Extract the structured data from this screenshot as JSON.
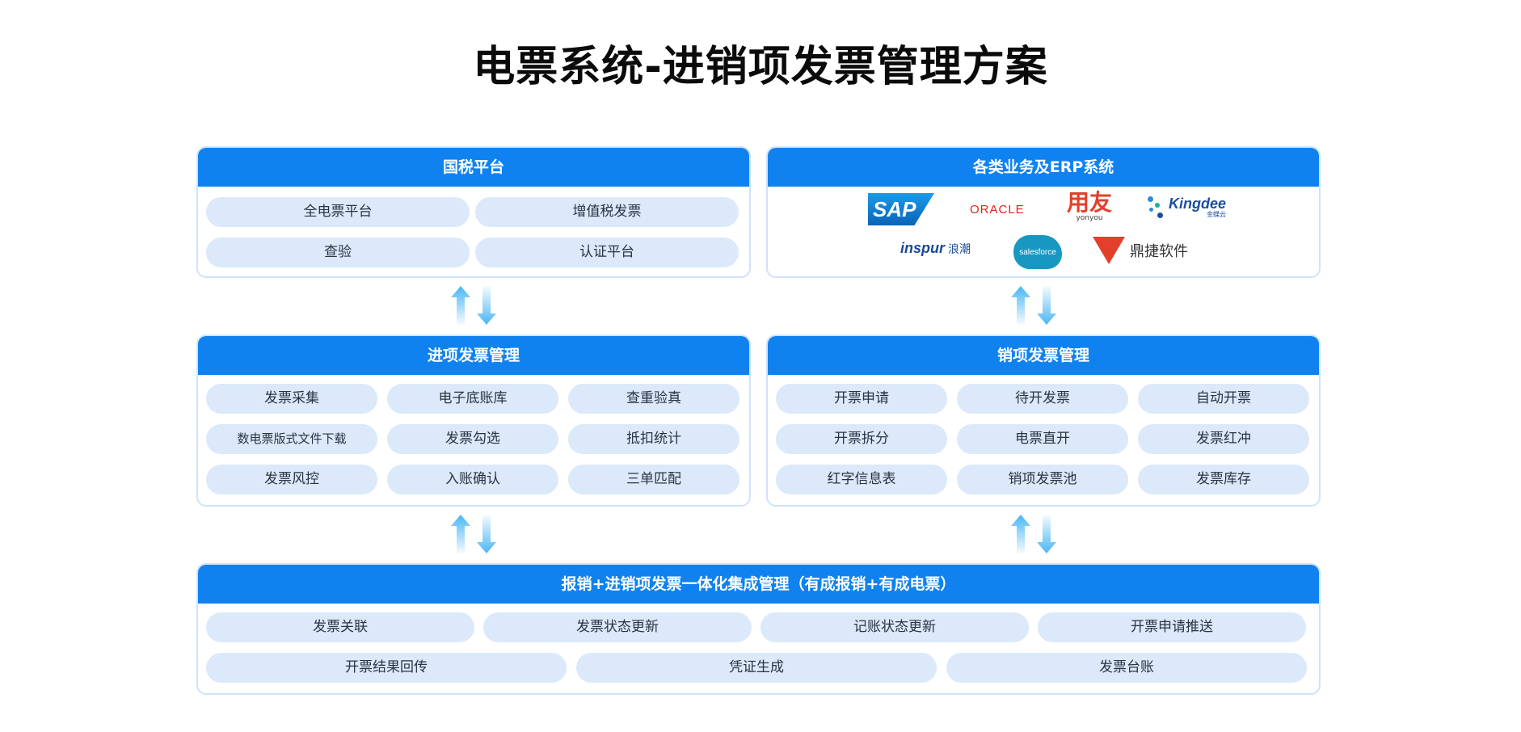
{
  "title": "电票系统-进销项发票管理方案",
  "tax_platform": {
    "title": "国税平台",
    "items": [
      "全电票平台",
      "增值税发票",
      "查验",
      "认证平台"
    ]
  },
  "erp": {
    "title": "各类业务及ERP系统",
    "logos": {
      "sap": "SAP",
      "oracle": "ORACLE",
      "yonyou_cn": "用友",
      "yonyou_en": "yonyou",
      "kingdee_en": "Kingdee",
      "kingdee_cn": "金蝶云",
      "inspur_en": "inspur",
      "inspur_cn": "浪潮",
      "salesforce": "salesforce",
      "dingjie": "鼎捷软件"
    }
  },
  "input_invoice": {
    "title": "进项发票管理",
    "items": [
      "发票采集",
      "电子底账库",
      "查重验真",
      "数电票版式文件下载",
      "发票勾选",
      "抵扣统计",
      "发票风控",
      "入账确认",
      "三单匹配"
    ]
  },
  "output_invoice": {
    "title": "销项发票管理",
    "items": [
      "开票申请",
      "待开发票",
      "自动开票",
      "开票拆分",
      "电票直开",
      "发票红冲",
      "红字信息表",
      "销项发票池",
      "发票库存"
    ]
  },
  "integration": {
    "title": "报销+进销项发票一体化集成管理（有成报销+有成电票）",
    "row1": [
      "发票关联",
      "发票状态更新",
      "记账状态更新",
      "开票申请推送"
    ],
    "row2": [
      "开票结果回传",
      "凭证生成",
      "发票台账"
    ]
  },
  "colors": {
    "header": "#0f82f0",
    "pill": "#dbe9fb",
    "border": "#cfe3fb",
    "arrow": "#49b6f5"
  }
}
